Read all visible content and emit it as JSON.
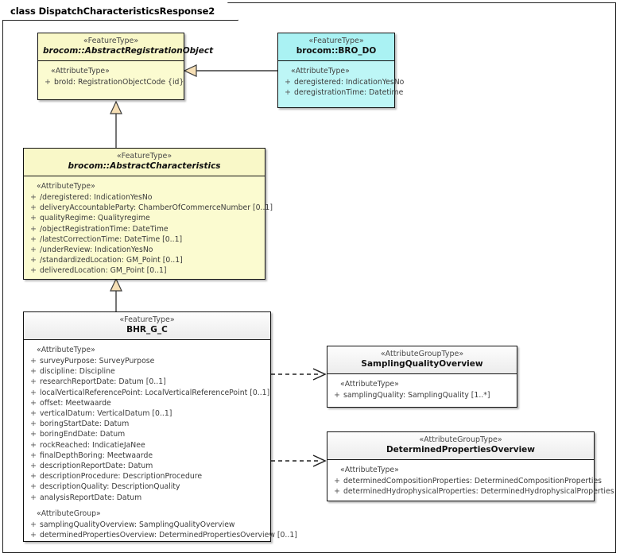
{
  "diagram": {
    "frame_label": "class DispatchCharacteristicsResponse2",
    "colors": {
      "feature_type_fill": "#fbfbd0",
      "bro_do_fill": "#bdf6f6",
      "plain_fill": "#ffffff",
      "line": "#3b3b3b",
      "generalization_arrow_fill": "#f6dfb5"
    }
  },
  "classes": {
    "abstract_registration_object": {
      "stereotype": "«FeatureType»",
      "namespace": "brocom::",
      "name": "AbstractRegistrationObject",
      "is_abstract": true,
      "group_label": "«AttributeType»",
      "attributes": [
        {
          "visibility": "+",
          "text": "broId: RegistrationObjectCode {id}"
        }
      ]
    },
    "bro_do": {
      "stereotype": "«FeatureType»",
      "namespace": "brocom::",
      "name": "BRO_DO",
      "is_abstract": false,
      "group_label": "«AttributeType»",
      "attributes": [
        {
          "visibility": "+",
          "text": "deregistered: IndicationYesNo"
        },
        {
          "visibility": "+",
          "text": "deregistrationTime: Datetime"
        }
      ]
    },
    "abstract_characteristics": {
      "stereotype": "«FeatureType»",
      "namespace": "brocom::",
      "name": "AbstractCharacteristics",
      "is_abstract": true,
      "group_label": "«AttributeType»",
      "attributes": [
        {
          "visibility": "+",
          "text": "/deregistered: IndicationYesNo"
        },
        {
          "visibility": "+",
          "text": "deliveryAccountableParty: ChamberOfCommerceNumber [0..1]"
        },
        {
          "visibility": "+",
          "text": "qualityRegime: Qualityregime"
        },
        {
          "visibility": "+",
          "text": "/objectRegistrationTime: DateTime"
        },
        {
          "visibility": "+",
          "text": "/latestCorrectionTime: DateTime [0..1]"
        },
        {
          "visibility": "+",
          "text": "/underReview: IndicationYesNo"
        },
        {
          "visibility": "+",
          "text": "/standardizedLocation: GM_Point [0..1]"
        },
        {
          "visibility": "+",
          "text": "deliveredLocation: GM_Point [0..1]"
        }
      ]
    },
    "bhr_g_c": {
      "stereotype": "«FeatureType»",
      "namespace": "",
      "name": "BHR_G_C",
      "is_abstract": false,
      "group_label": "«AttributeType»",
      "attributes": [
        {
          "visibility": "+",
          "text": "surveyPurpose: SurveyPurpose"
        },
        {
          "visibility": "+",
          "text": "discipline: Discipline"
        },
        {
          "visibility": "+",
          "text": "researchReportDate: Datum [0..1]"
        },
        {
          "visibility": "+",
          "text": "localVerticalReferencePoint: LocalVerticalReferencePoint [0..1]"
        },
        {
          "visibility": "+",
          "text": "offset: Meetwaarde"
        },
        {
          "visibility": "+",
          "text": "verticalDatum: VerticalDatum [0..1]"
        },
        {
          "visibility": "+",
          "text": "boringStartDate: Datum"
        },
        {
          "visibility": "+",
          "text": "boringEndDate: Datum"
        },
        {
          "visibility": "+",
          "text": "rockReached: IndicatieJaNee"
        },
        {
          "visibility": "+",
          "text": "finalDepthBoring: Meetwaarde"
        },
        {
          "visibility": "+",
          "text": "descriptionReportDate: Datum"
        },
        {
          "visibility": "+",
          "text": "descriptionProcedure: DescriptionProcedure"
        },
        {
          "visibility": "+",
          "text": "descriptionQuality: DescriptionQuality"
        },
        {
          "visibility": "+",
          "text": "analysisReportDate: Datum"
        }
      ],
      "group_label_2": "«AttributeGroup»",
      "attributes_2": [
        {
          "visibility": "+",
          "text": "samplingQualityOverview: SamplingQualityOverview"
        },
        {
          "visibility": "+",
          "text": "determinedPropertiesOverview: DeterminedPropertiesOverview [0..1]"
        }
      ]
    },
    "sampling_quality_overview": {
      "stereotype": "«AttributeGroupType»",
      "namespace": "",
      "name": "SamplingQualityOverview",
      "is_abstract": false,
      "group_label": "«AttributeType»",
      "attributes": [
        {
          "visibility": "+",
          "text": "samplingQuality: SamplingQuality [1..*]"
        }
      ]
    },
    "determined_properties_overview": {
      "stereotype": "«AttributeGroupType»",
      "namespace": "",
      "name": "DeterminedPropertiesOverview",
      "is_abstract": false,
      "group_label": "«AttributeType»",
      "attributes": [
        {
          "visibility": "+",
          "text": "determinedCompositionProperties: DeterminedCompositionProperties"
        },
        {
          "visibility": "+",
          "text": "determinedHydrophysicalProperties: DeterminedHydrophysicalProperties"
        }
      ]
    }
  },
  "connectors": [
    {
      "kind": "generalization",
      "from": "bro_do",
      "to": "abstract_registration_object"
    },
    {
      "kind": "generalization",
      "from": "abstract_characteristics",
      "to": "abstract_registration_object"
    },
    {
      "kind": "generalization",
      "from": "bhr_g_c",
      "to": "abstract_characteristics"
    },
    {
      "kind": "dependency",
      "from": "bhr_g_c",
      "to": "sampling_quality_overview"
    },
    {
      "kind": "dependency",
      "from": "bhr_g_c",
      "to": "determined_properties_overview"
    }
  ]
}
